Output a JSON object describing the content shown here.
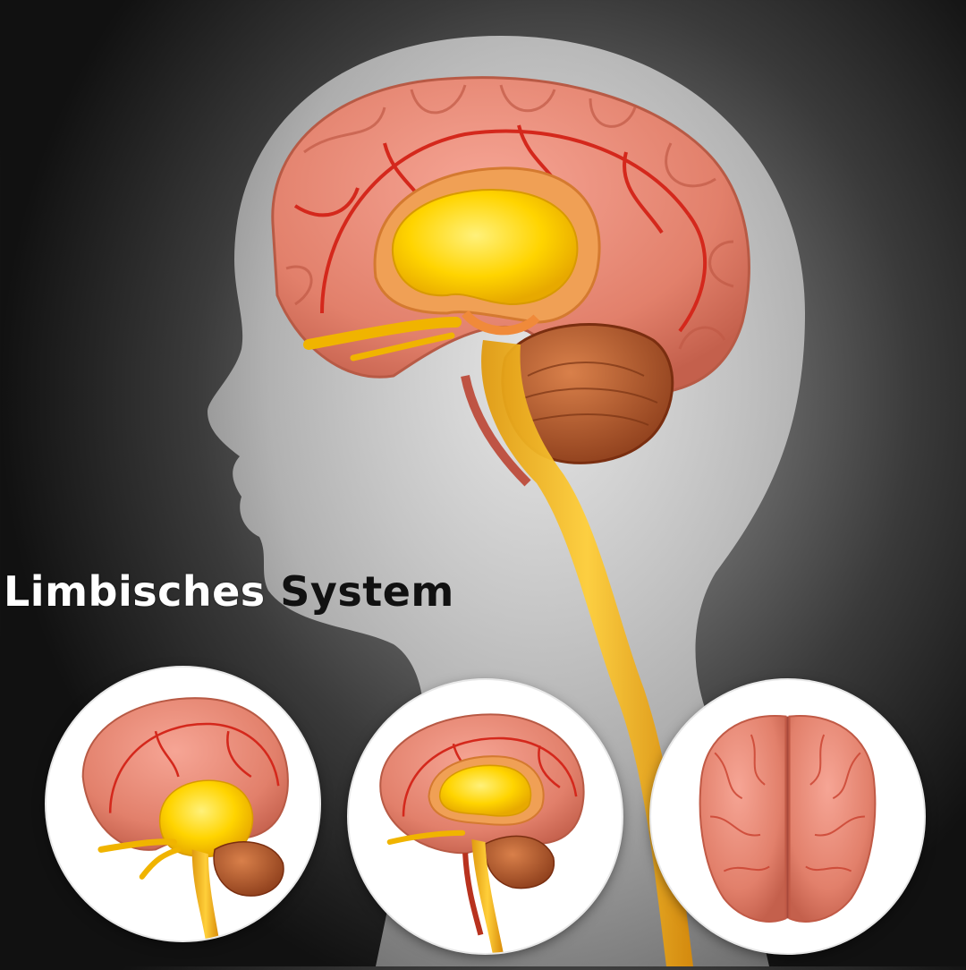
{
  "title": {
    "word_1": "Limbisches",
    "word_2": "System",
    "word_1_color": "#ffffff",
    "word_2_color": "#111111"
  },
  "colors": {
    "cerebrum": "#e8836f",
    "limbic_yellow": "#ffd400",
    "cerebellum": "#b8582c",
    "arteries": "#d8392a",
    "background": "#3a3a3a",
    "head_silhouette": "#d9d9d9"
  },
  "thumbnails": [
    {
      "name": "sagittal-brain-view-large"
    },
    {
      "name": "sagittal-brain-view-small"
    },
    {
      "name": "top-brain-view"
    }
  ]
}
